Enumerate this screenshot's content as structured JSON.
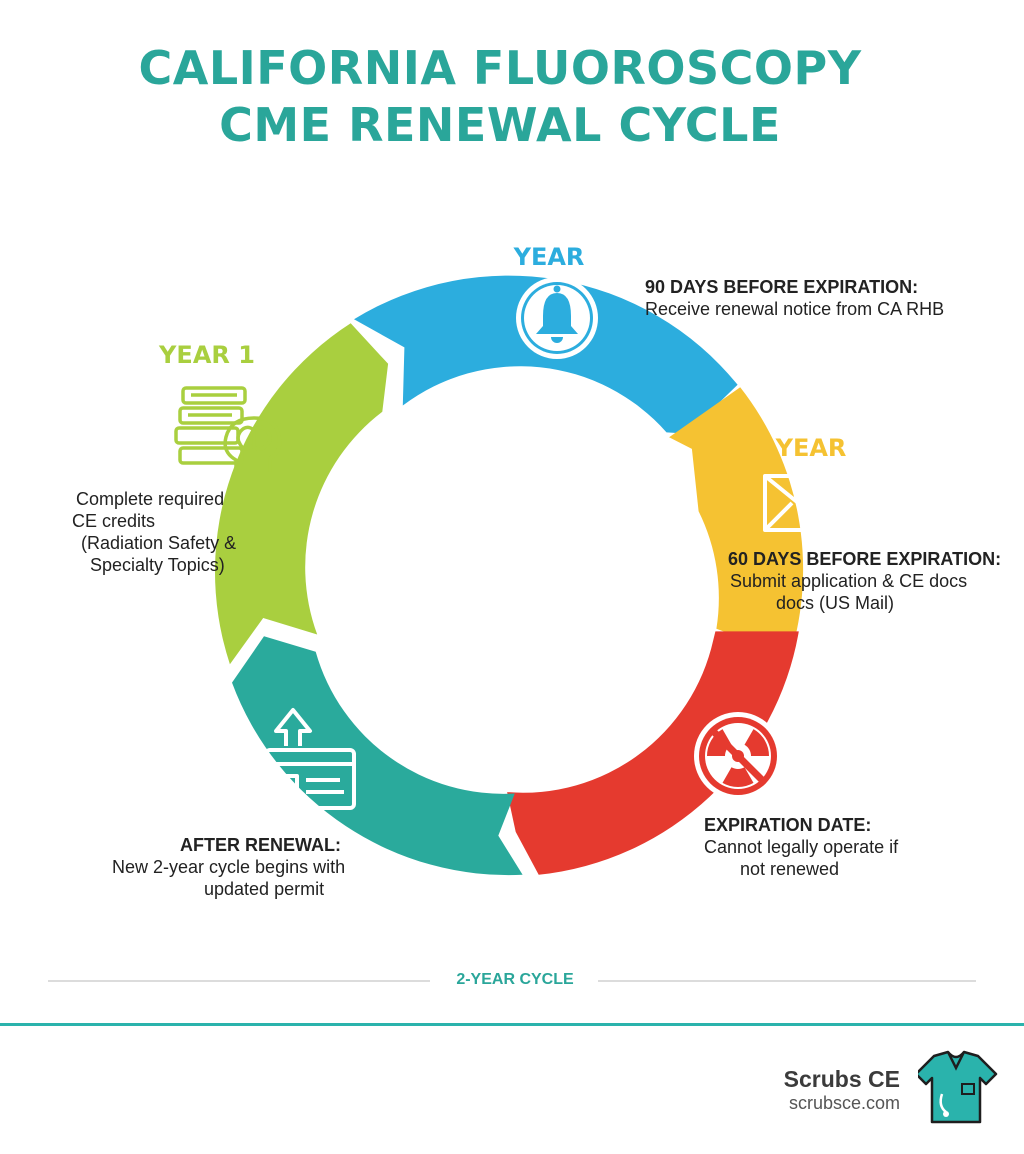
{
  "title": {
    "line1": "CALIFORNIA FLUOROSCOPY",
    "line2": "CME RENEWAL CYCLE"
  },
  "colors": {
    "title": "#2aa69a",
    "blue": "#2cadde",
    "yellow": "#f5c232",
    "red": "#e53a2f",
    "teal": "#2aaa9c",
    "green": "#a9cf3f"
  },
  "stages": {
    "year1": {
      "tag": "YEAR 1",
      "icon": "books-brain-icon",
      "lines": [
        "Complete required",
        "CE credits",
        "(Radiation Safety &",
        "Specialty Topics)"
      ]
    },
    "notice": {
      "tag": "YEAR",
      "icon": "bell-icon",
      "heading": "90 DAYS BEFORE EXPIRATION:",
      "text": "Receive renewal notice from CA RHB"
    },
    "submit": {
      "tag": "YEAR",
      "icon": "envelope-icon",
      "heading": "60 DAYS BEFORE EXPIRATION:",
      "line1": "Submit application & CE docs",
      "line2": "docs (US Mail)"
    },
    "expiration": {
      "icon": "no-radiation-icon",
      "heading": "EXPIRATION DATE:",
      "line1": "Cannot legally operate if",
      "line2": "not renewed"
    },
    "renewal": {
      "icon": "permit-card-upload-icon",
      "heading": "AFTER RENEWAL:",
      "line1": "New 2-year cycle begins with",
      "line2": "updated permit"
    }
  },
  "cycle_label": "2-YEAR CYCLE",
  "brand": {
    "name": "Scrubs CE",
    "url": "scrubsce.com",
    "logo_icon": "scrubs-shirt-icon"
  }
}
